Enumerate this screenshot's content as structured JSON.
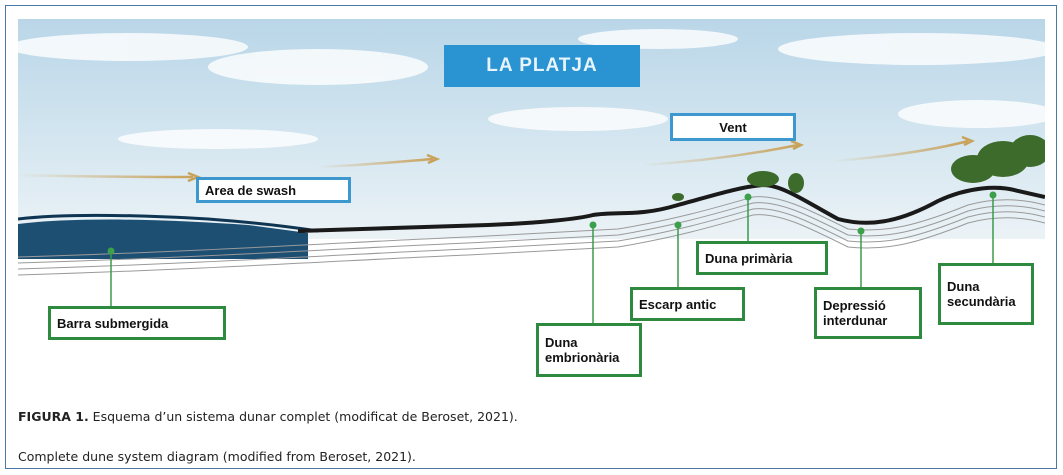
{
  "diagram": {
    "title": "LA PLATJA",
    "labels": {
      "area_swash": "Area de swash",
      "vent": "Vent",
      "barra_submergida": "Barra submergida",
      "duna_embrionaria_l1": "Duna",
      "duna_embrionaria_l2": "embrionària",
      "escarp_antic": "Escarp antic",
      "duna_primaria": "Duna primària",
      "depressio_l1": "Depressió",
      "depressio_l2": "interdunar",
      "duna_secundaria_l1": "Duna",
      "duna_secundaria_l2": "secundària"
    }
  },
  "caption": {
    "figure_label": "FIGURA 1.",
    "text_ca": " Esquema d’un sistema dunar complet (modificat de Beroset, 2021).",
    "text_en": "Complete dune system diagram (modified from Beroset, 2021)."
  },
  "colors": {
    "border": "#4a78a8",
    "title_bg": "#2a93d1",
    "blue_box": "#3d98cf",
    "green_box": "#2e8a3e",
    "sea": "#1d4f73",
    "wind_arrow": "#c9a25a"
  }
}
